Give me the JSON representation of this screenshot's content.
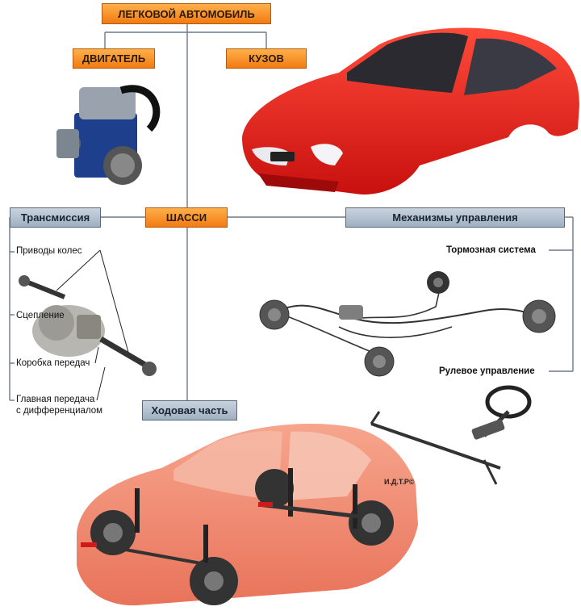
{
  "boxes": {
    "top": "ЛЕГКОВОЙ АВТОМОБИЛЬ",
    "engine": "ДВИГАТЕЛЬ",
    "body": "КУЗОВ",
    "chassis": "ШАССИ",
    "transmission": "Трансмиссия",
    "controls": "Механизмы управления",
    "running_gear": "Ходовая часть"
  },
  "transmission_parts": {
    "wheel_drives": "Приводы колес",
    "clutch": "Сцепление",
    "gearbox": "Коробка передач",
    "final_drive_1": "Главная передача",
    "final_drive_2": "с дифференциалом"
  },
  "control_parts": {
    "brakes": "Тормозная система",
    "steering": "Рулевое управление"
  },
  "watermark": "И.Д.Т.Р©",
  "colors": {
    "box_orange": "#f5831f",
    "box_gray": "#aab8c8",
    "car_red": "#ee1c1c",
    "car_salmon": "#ef8a70"
  }
}
